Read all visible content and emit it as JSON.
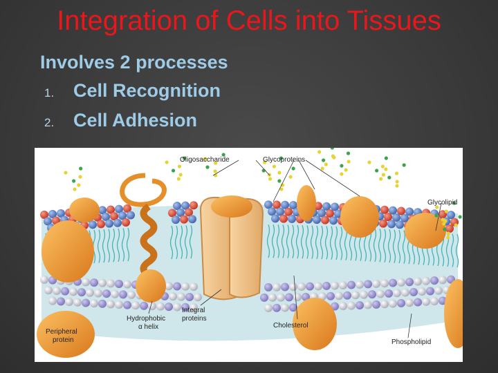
{
  "slide": {
    "title": "Integration of Cells into Tissues",
    "subtitle": "Involves 2  processes",
    "items": [
      {
        "num": "1.",
        "text": "Cell Recognition"
      },
      {
        "num": "2.",
        "text": "Cell Adhesion"
      }
    ]
  },
  "diagram": {
    "labels": {
      "oligosaccharide": "Oligosaccharide",
      "glycoproteins": "Glycoproteins",
      "glycolipid": "Glycolipid",
      "hydrophobic_1": "Hydrophobic",
      "hydrophobic_2": "α helix",
      "integral_1": "Integral",
      "integral_2": "proteins",
      "cholesterol": "Cholesterol",
      "phospholipid": "Phospholipid",
      "peripheral_1": "Peripheral",
      "peripheral_2": "protein"
    }
  },
  "colors": {
    "title": "#e8171b",
    "text": "#9ecbe6",
    "protein": "#e8952a",
    "head_red": "#d9412e",
    "head_blue": "#5a7fc2",
    "tail": "#3fb3b8"
  }
}
